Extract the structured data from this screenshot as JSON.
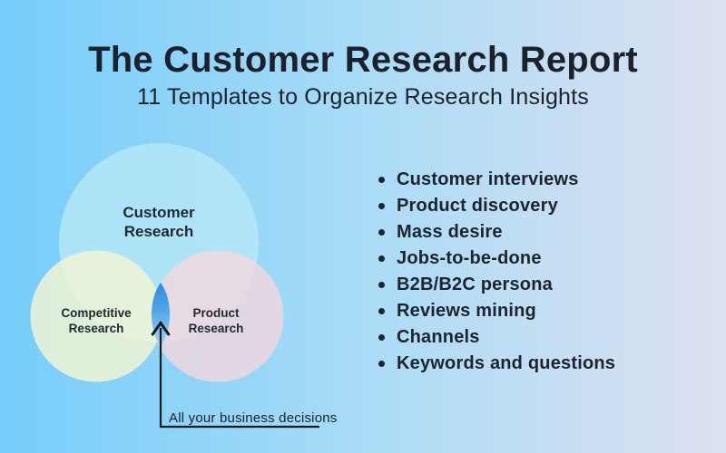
{
  "header": {
    "title": "The Customer Research Report",
    "subtitle": "11 Templates to Organize Research Insights"
  },
  "venn": {
    "circles": [
      {
        "id": "customer-research",
        "line1": "Customer",
        "line2": "Research",
        "color": "#b6e8f7"
      },
      {
        "id": "competitive-research",
        "line1": "Competitive",
        "line2": "Research",
        "color": "#f3f5d3"
      },
      {
        "id": "product-research",
        "line1": "Product",
        "line2": "Research",
        "color": "#f2d8de"
      }
    ],
    "center_highlight": {
      "color_top": "#2b8ce2",
      "color_mid": "#55a7e6",
      "color_bottom": "#a6daf5"
    },
    "annotation": {
      "label": "All your business decisions",
      "icon": "arrow-up-icon"
    }
  },
  "list": {
    "bullet_icon": "bullet-dot-icon",
    "items": [
      "Customer interviews",
      "Product discovery",
      "Mass desire",
      "Jobs-to-be-done",
      "B2B/B2C persona",
      "Reviews mining",
      "Channels",
      "Keywords and questions"
    ]
  },
  "palette": {
    "background_left": "#76cdfb",
    "background_right": "#dce1f1",
    "text": "#1b222b"
  }
}
